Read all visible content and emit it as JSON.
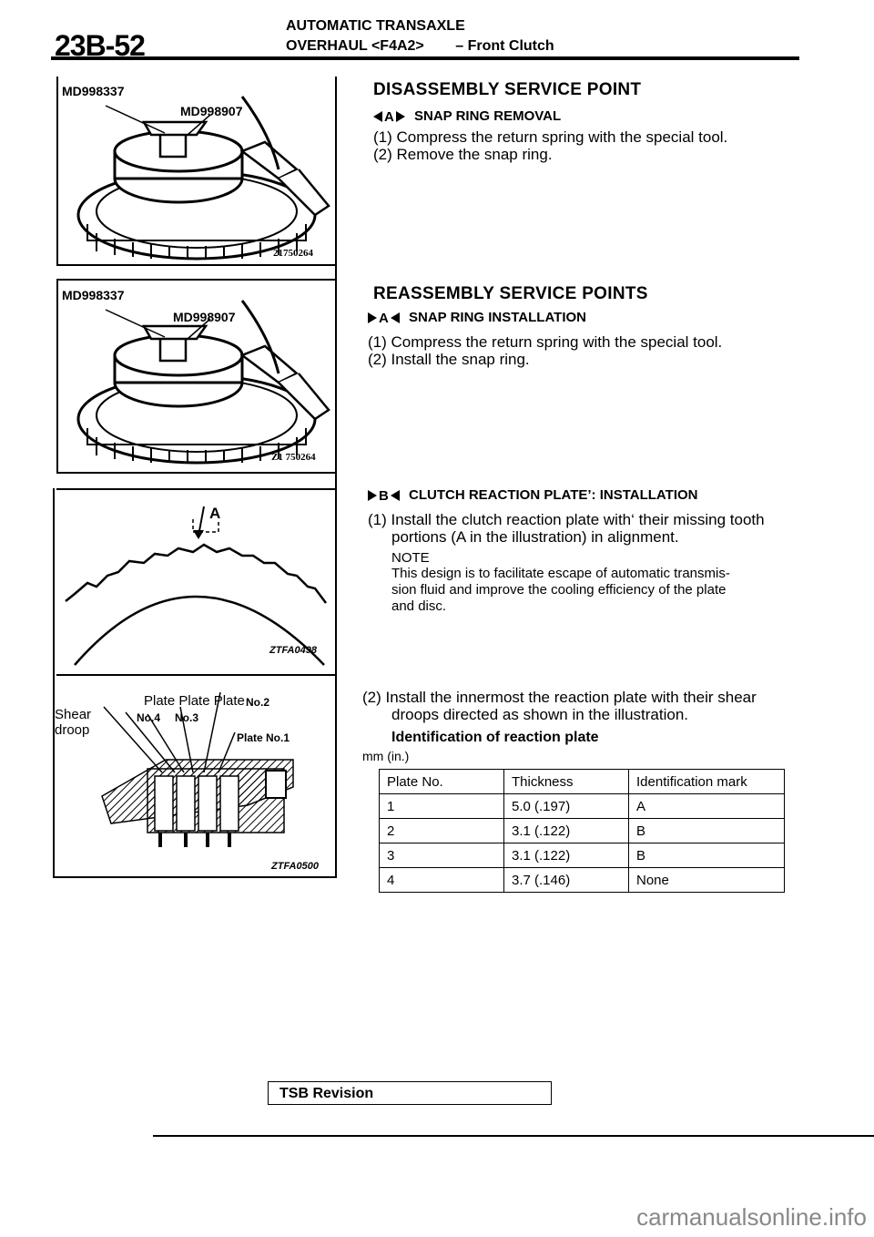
{
  "header": {
    "page_number": "23B-52",
    "line1": "AUTOMATIC TRANSAXLE",
    "line2_prefix": "OVERHAUL",
    "line2_model": "<F4A2>",
    "line2_section": "– Front Clutch"
  },
  "figures": [
    {
      "tool1": "MD998337",
      "tool2": "MD998907",
      "code": "21750264"
    },
    {
      "tool1": "MD998337",
      "tool2": "MD998907",
      "code": "Z1 750264"
    },
    {
      "label": "A",
      "code": "ZTFA0498"
    },
    {
      "label_plates": "Plate Plate Plate",
      "no2": "No.2",
      "no4": "No.4",
      "no3": "No.3",
      "no1": "Plate No.1",
      "shear": "Shear",
      "droop": "droop",
      "code": "ZTFA0500"
    }
  ],
  "disassembly": {
    "heading": "DISASSEMBLY SERVICE POINT",
    "marker": "A",
    "sub": "SNAP RING REMOVAL",
    "steps": [
      "(1) Compress the return spring with the special tool.",
      "(2) Remove the snap ring."
    ]
  },
  "reassembly": {
    "heading": "REASSEMBLY SERVICE POINTS",
    "a": {
      "marker": "A",
      "sub": "SNAP RING INSTALLATION",
      "steps": [
        "(1) Compress the return spring with the special tool.",
        "(2) Install the snap ring."
      ]
    },
    "b": {
      "marker": "B",
      "sub": "CLUTCH REACTION PLATE’: INSTALLATION",
      "step1_a": "(1) Install the clutch reaction plate with‘ their missing tooth",
      "step1_b": "portions (A in the illustration) in alignment.",
      "note_title": "NOTE",
      "note_lines": [
        "This design is to facilitate escape of automatic transmis-",
        "sion fluid and improve the cooling efficiency of the plate",
        "and disc."
      ],
      "step2_a": "(2) Install the innermost the reaction plate with their shear",
      "step2_b": "droops directed as shown in the illustration.",
      "table_title": "Identification of reaction plate",
      "unit": "mm (in.)",
      "table": {
        "headers": [
          "Plate No.",
          "Thickness",
          "Identification mark"
        ],
        "rows": [
          [
            "1",
            "5.0 (.197)",
            "A"
          ],
          [
            "2",
            "3.1 (.122)",
            "B"
          ],
          [
            "3",
            "3.1 (.122)",
            "B"
          ],
          [
            "4",
            "3.7 (.146)",
            "None"
          ]
        ]
      }
    }
  },
  "footer": {
    "tsb": "TSB Revision",
    "watermark": "carmanualsonline.info"
  }
}
